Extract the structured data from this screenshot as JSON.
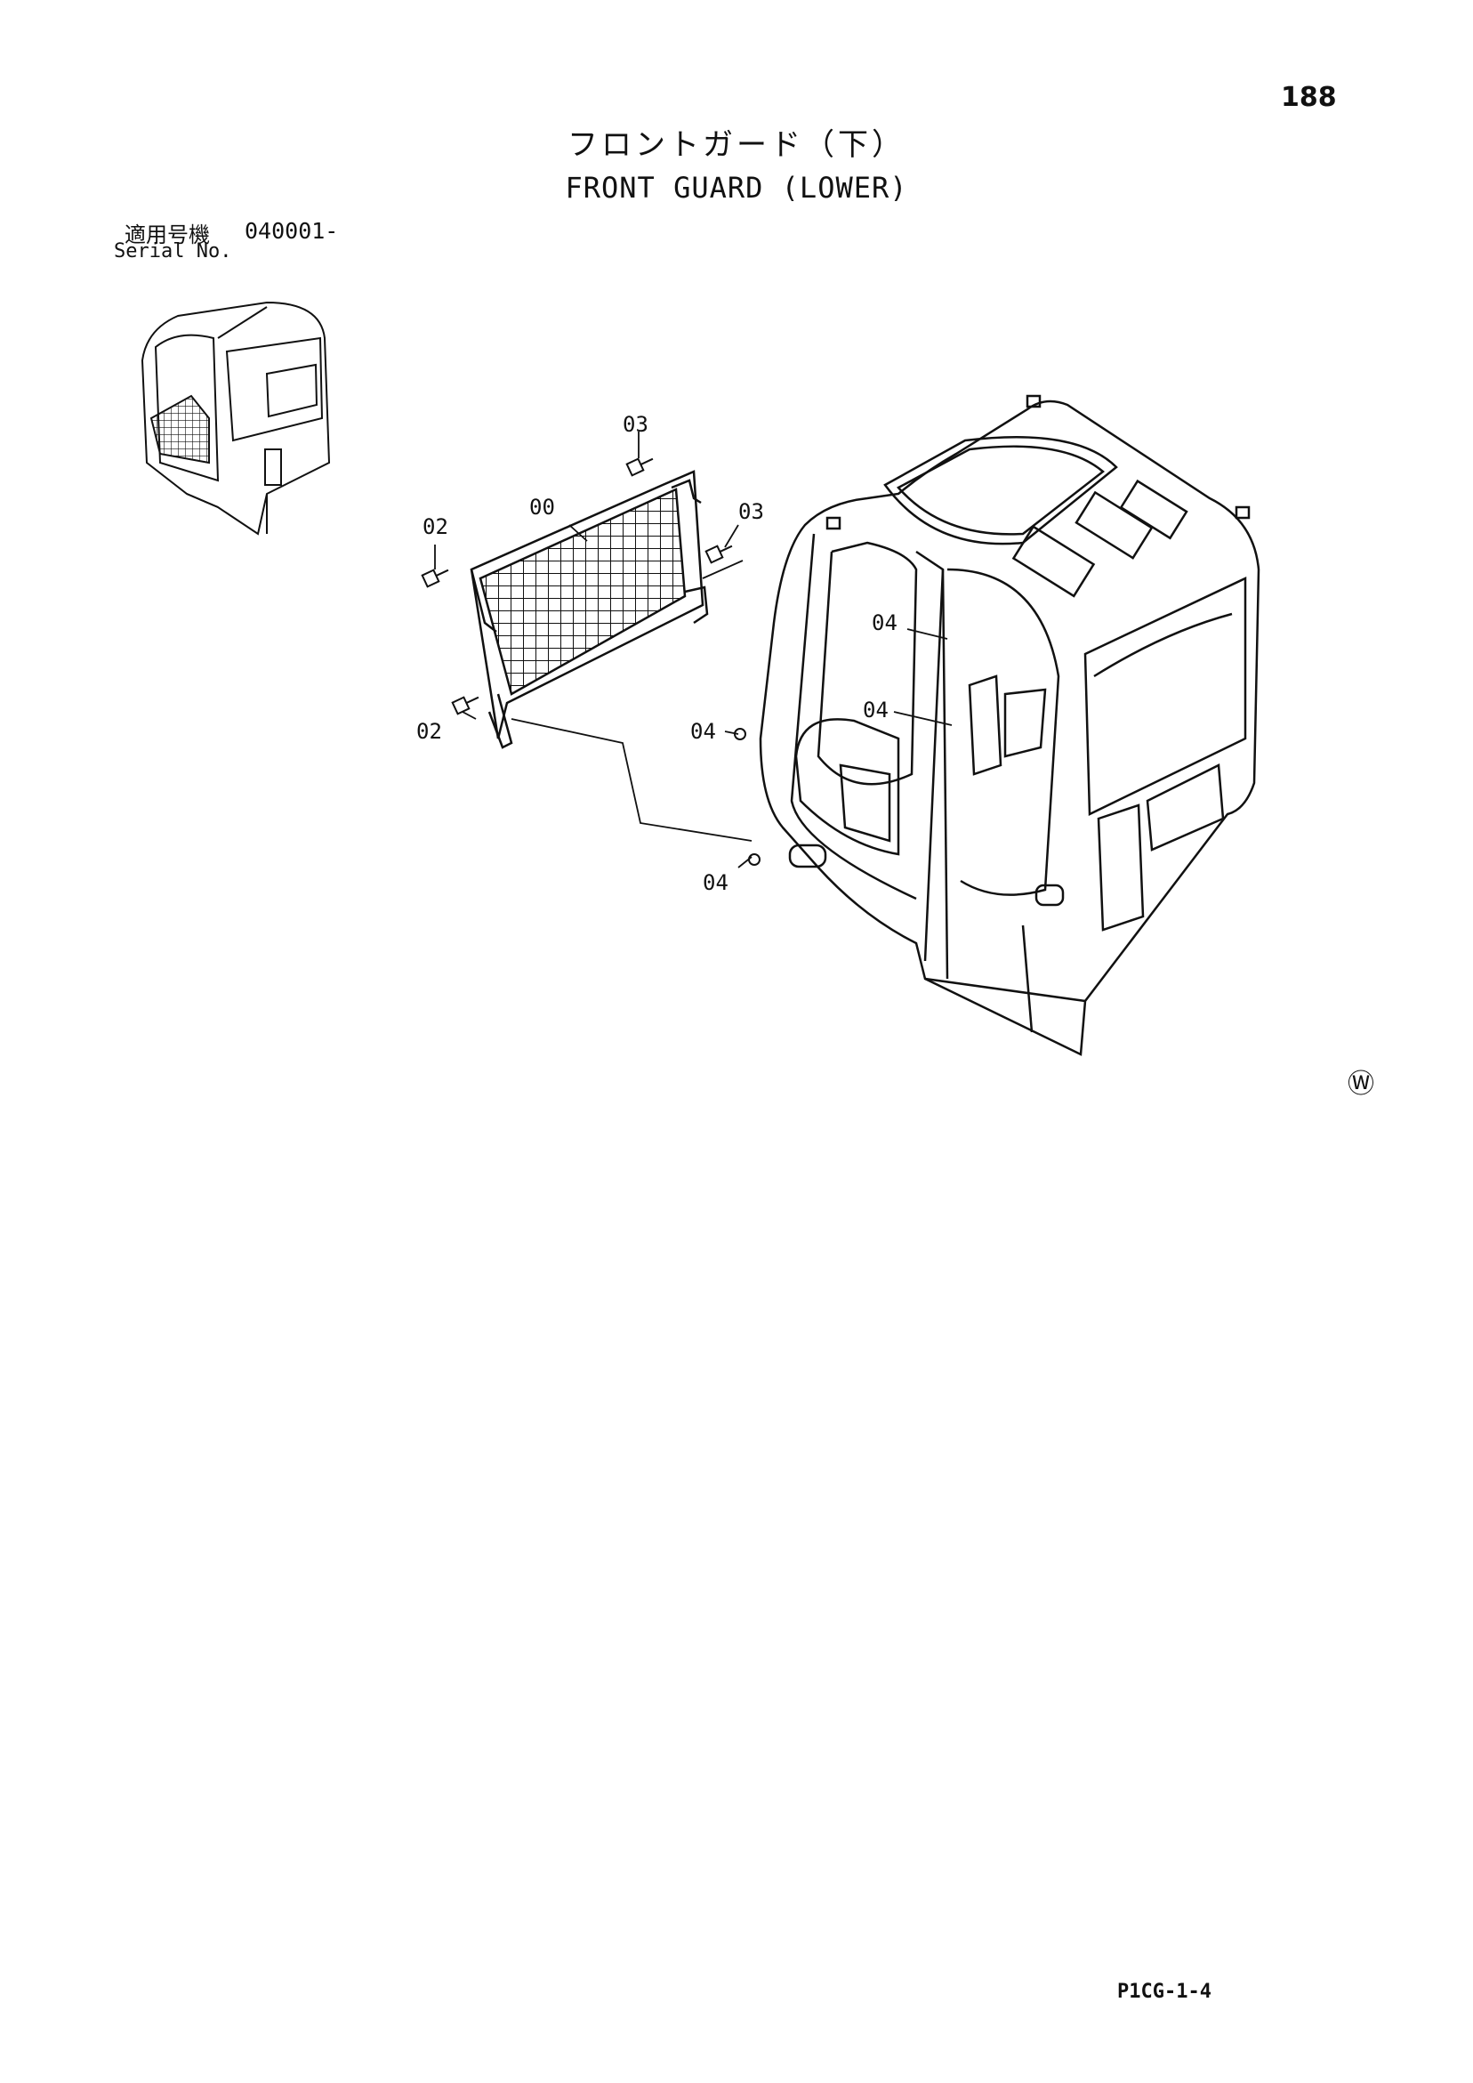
{
  "header": {
    "page_number": "188",
    "title_jp": "フロントガード（下）",
    "title_en": "FRONT GUARD (LOWER)"
  },
  "serial": {
    "label_jp": "適用号機",
    "value": "040001-",
    "label_en": "Serial No."
  },
  "callouts": {
    "net_guard": "00",
    "bolt_upper_left": "02",
    "bolt_lower_left": "02",
    "bolt_top": "03",
    "bolt_right": "03",
    "bracket_upper_inner": "04",
    "bracket_mid_inner": "04",
    "bracket_front_upper": "04",
    "bracket_front_lower": "04"
  },
  "footer": {
    "mark": "Ⓦ",
    "figure_code": "P1CG-1-4"
  }
}
